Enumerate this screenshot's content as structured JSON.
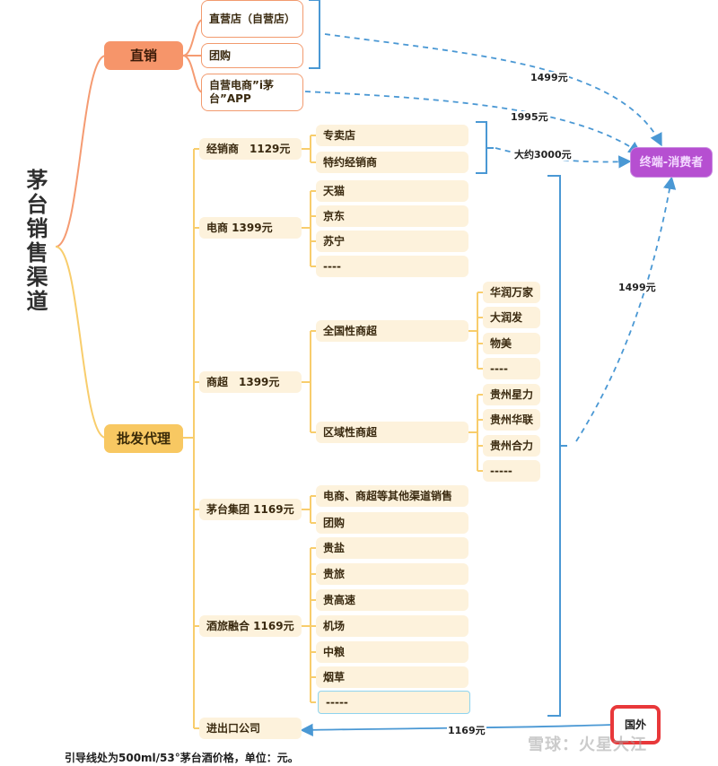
{
  "root": {
    "title": "茅台销售渠道"
  },
  "direct": {
    "label": "直销",
    "items": [
      "直营店（自营店）",
      "团购",
      "自营电商”i茅台”APP"
    ]
  },
  "wholesale": {
    "label": "批发代理",
    "branches": [
      {
        "label": "经销商　1129元",
        "items": [
          "专卖店",
          "特约经销商"
        ]
      },
      {
        "label": "电商  1399元",
        "items": [
          "天猫",
          "京东",
          "苏宁",
          "----"
        ]
      },
      {
        "label": "商超　1399元",
        "groups": [
          {
            "label": "全国性商超",
            "items": [
              "华润万家",
              "大润发",
              "物美",
              "----"
            ]
          },
          {
            "label": "区域性商超",
            "items": [
              "贵州星力",
              "贵州华联",
              "贵州合力",
              "-----"
            ]
          }
        ]
      },
      {
        "label": "茅台集团  1169元",
        "items": [
          "电商、商超等其他渠道销售",
          "团购"
        ]
      },
      {
        "label": "酒旅融合  1169元",
        "items": [
          "贵盐",
          "贵旅",
          "贵高速",
          "机场",
          "中粮",
          "烟草",
          "-----"
        ]
      },
      {
        "label": "进出口公司"
      }
    ]
  },
  "consumer": {
    "label": "终端-消费者"
  },
  "overseas": {
    "label": "国外"
  },
  "edge_labels": {
    "direct_store_price": "1499元",
    "app_price": "1995元",
    "dealer_price": "大约3000元",
    "wholesale_price": "1499元",
    "export_price": "1169元"
  },
  "footnote": "引导线处为500ml/53°茅台酒价格，单位：元。",
  "watermark": "雪球：火星大江",
  "colors": {
    "direct_line": "#f59b72",
    "wholesale_line": "#f8cd6c",
    "bracket": "#4a98d4",
    "dashed_arrow": "#4a98d4",
    "consumer": "#b64fd1",
    "overseas_border": "#e8383a"
  }
}
